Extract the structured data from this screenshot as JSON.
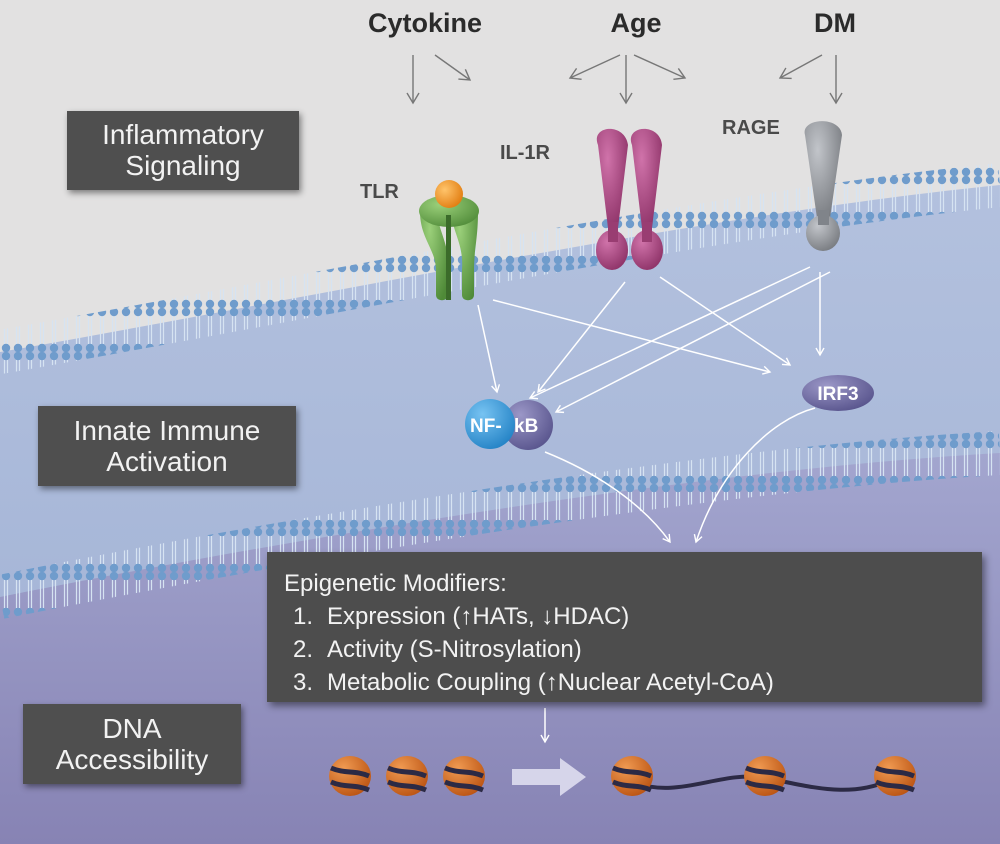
{
  "stage_labels": {
    "inflammatory": [
      "Inflammatory",
      "Signaling"
    ],
    "innate": [
      "Innate Immune",
      "Activation"
    ],
    "dna": [
      "DNA",
      "Accessibility"
    ]
  },
  "stimuli": [
    "Cytokine",
    "Age",
    "DM"
  ],
  "receptors": {
    "tlr": "TLR",
    "il1r": "IL-1R",
    "rage": "RAGE"
  },
  "factors": {
    "nfkb_left": "NF-",
    "nfkb_right": "kB",
    "irf3": "IRF3"
  },
  "epigenetic": {
    "title": "Epigenetic Modifiers:",
    "items": [
      {
        "num": "1.",
        "text": "Expression (↑HATs, ↓HDAC)"
      },
      {
        "num": "2.",
        "text": "Activity (S-Nitrosylation)"
      },
      {
        "num": "3.",
        "text": "Metabolic Coupling (↑Nuclear Acetyl-CoA)"
      }
    ]
  },
  "colors": {
    "background": "#e2e1e1",
    "cytoplasm": "#a9b7d6",
    "nucleus": "#8e8cb8",
    "membrane_bead": "#6f9ccc",
    "tlr": "#6aa14f",
    "ligand": "#f0921f",
    "il1r": "#a8457e",
    "rage": "#8c8f94",
    "nfkb_blue": "#3a9ad9",
    "nfkb_purple": "#6e6a9e",
    "irf3": "#6e6a9e",
    "nucleosome": "#d9661f",
    "label_box": "#4f4f4f"
  },
  "nucleosomes": {
    "condensed_count": 3,
    "open_count": 3
  }
}
